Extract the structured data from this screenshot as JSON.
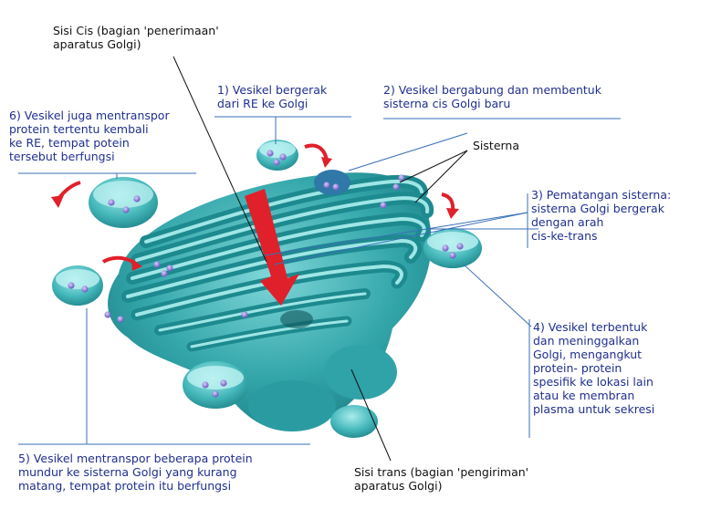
{
  "labels": {
    "cis": "Sisi Cis (bagian 'penerimaan'\naparatus Golgi)",
    "step1": "1) Vesikel bergerak\n    dari RE ke Golgi",
    "step2": "2) Vesikel bergabung dan membentuk\n    sisterna cis Golgi baru",
    "sisterna": "Sisterna",
    "step3": "3) Pematangan sisterna:\n    sisterna Golgi bergerak\n    dengan arah\n    cis-ke-trans",
    "step4": "4) Vesikel terbentuk\n    dan meninggalkan\n    Golgi, mengangkut\n    protein- protein\n    spesifik ke lokasi lain\n    atau ke membran\n    plasma untuk sekresi",
    "step5": "5) Vesikel mentranspor beberapa protein\n    mundur ke sisterna Golgi yang kurang\n    matang, tempat protein itu berfungsi",
    "step6": "6) Vesikel juga mentranspor\n    protein tertentu kembali\n    ke RE, tempat potein\n    tersebut berfungsi",
    "trans": "Sisi trans (bagian 'pengiriman'\naparatus Golgi)"
  },
  "colors": {
    "label_blue": "#1f2f8f",
    "label_black": "#111111",
    "golgi_dark": "#1d8a8f",
    "golgi_mid": "#3fb3b6",
    "golgi_light": "#8fe0e0",
    "cargo": "#8f7fd0",
    "arrow_red": "#e0202a"
  }
}
